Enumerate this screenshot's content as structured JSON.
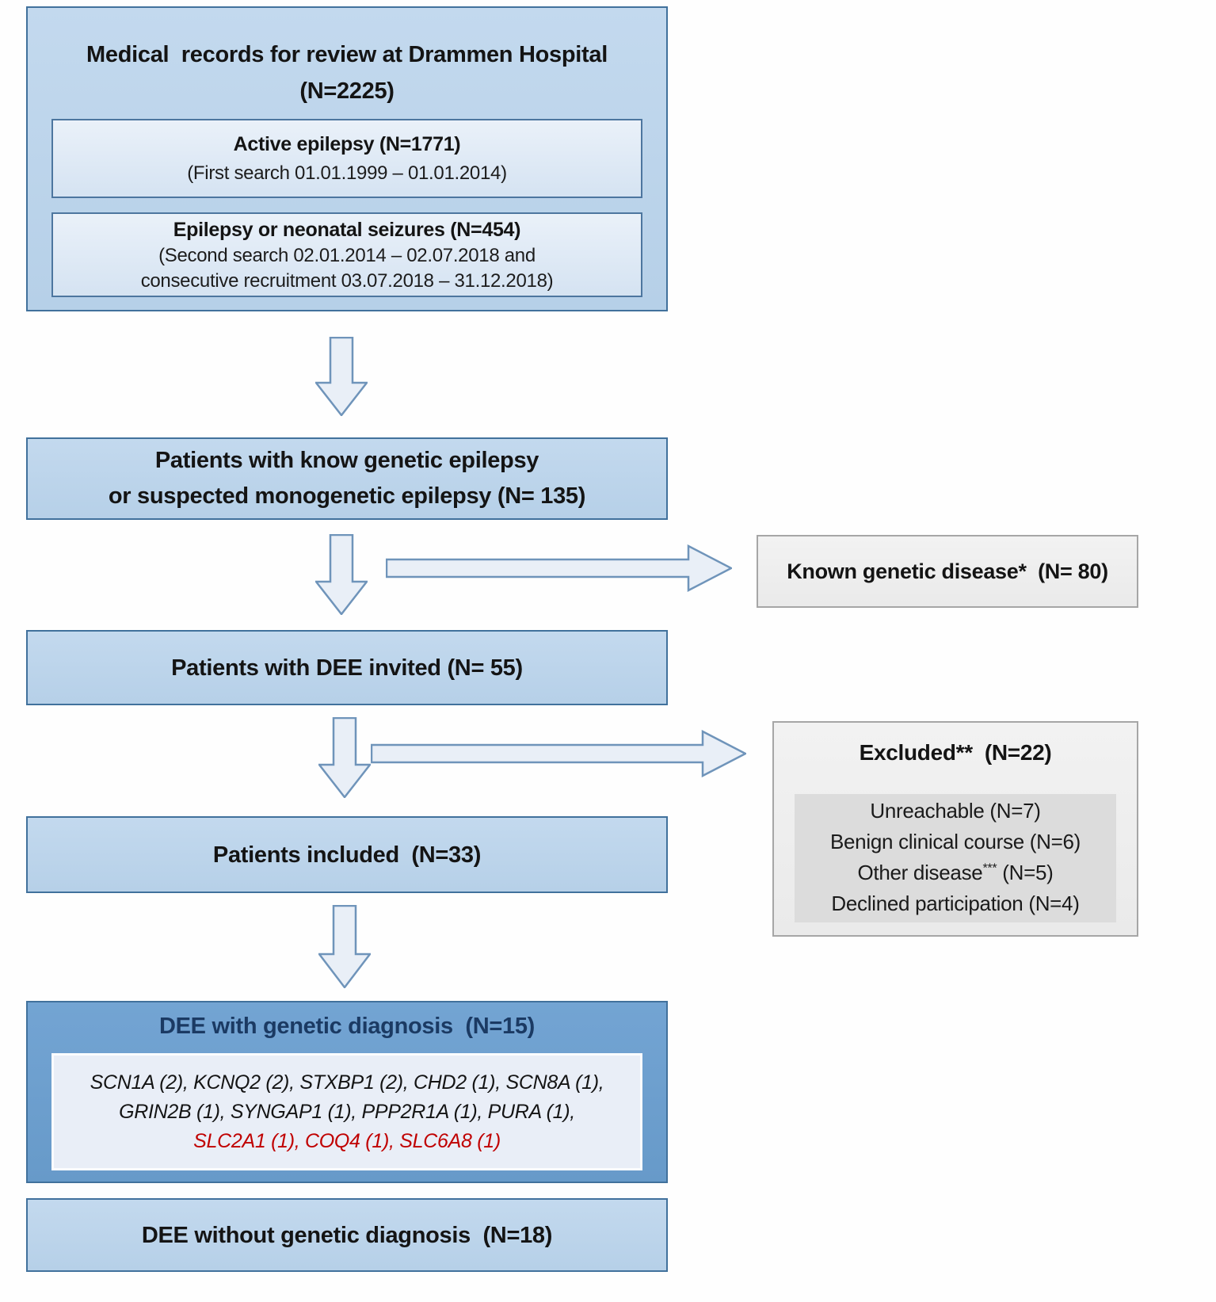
{
  "figure": {
    "boxes": {
      "medical_records": {
        "title": "Medical  records for review at Drammen Hospital",
        "count": "(N=2225)",
        "active_epilepsy": {
          "heading": "Active epilepsy (N=1771)",
          "detail": "(First search 01.01.1999 – 01.01.2014)"
        },
        "epilepsy_neonatal": {
          "heading": "Epilepsy or neonatal seizures (N=454)",
          "detail_line1": "(Second search 02.01.2014 – 02.07.2018 and",
          "detail_line2": "consecutive recruitment 03.07.2018 – 31.12.2018)"
        }
      },
      "known_genetic_epilepsy": {
        "line1": "Patients with know genetic epilepsy",
        "line2": "or suspected monogenetic epilepsy (N= 135)"
      },
      "known_genetic_disease": {
        "label": "Known genetic disease*  (N= 80)"
      },
      "dee_invited": {
        "label": "Patients with DEE invited (N= 55)"
      },
      "excluded": {
        "heading": "Excluded**  (N=22)",
        "item1": "Unreachable (N=7)",
        "item2": "Benign clinical course (N=6)",
        "item3_pre": "Other disease",
        "item3_sup": "***",
        "item3_post": " (N=5)",
        "item4": "Declined participation (N=4)"
      },
      "included": {
        "label": "Patients included  (N=33)"
      },
      "dee_with_diagnosis": {
        "heading": "DEE with genetic diagnosis  (N=15)",
        "gene_line1": "SCN1A (2), KCNQ2 (2), STXBP1 (2), CHD2 (1), SCN8A (1),",
        "gene_line2": "GRIN2B (1), SYNGAP1 (1), PPP2R1A (1), PURA (1),",
        "gene_line3_red": "SLC2A1 (1), COQ4 (1), SLC6A8 (1)"
      },
      "dee_without_diagnosis": {
        "label": "DEE without genetic diagnosis  (N=18)"
      }
    },
    "colors": {
      "main_box_fill": "#bcd5eb",
      "main_box_border": "#41719c",
      "sub_box_fill": "#dde9f6",
      "dee_box_fill": "#6b9ecf",
      "gene_box_fill": "#e9eef7",
      "gray_box_fill": "#efefef",
      "gray_box_border": "#a6a6a6",
      "gray_inner_fill": "#dcdcdc",
      "arrow_fill": "#e9eff7",
      "arrow_border": "#6f94ba",
      "red_gene_text": "#c00000",
      "dee_heading_text": "#1b3a63"
    }
  }
}
